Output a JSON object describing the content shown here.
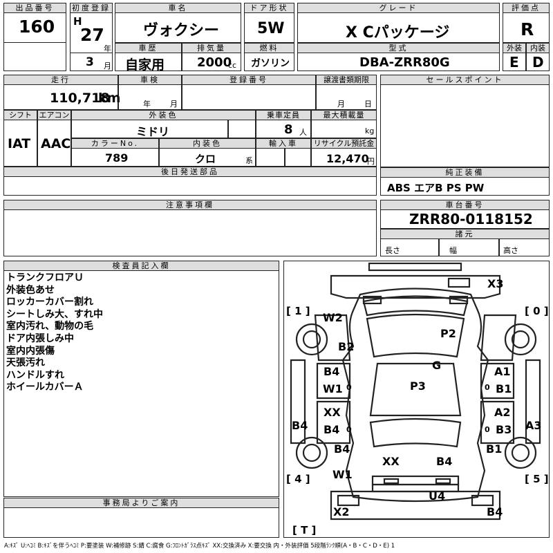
{
  "header": {
    "lot_no_label": "出品番号",
    "lot_no": "160",
    "first_reg_label": "初度登録",
    "era": "H",
    "year": "27",
    "year_unit": "年",
    "month": "3",
    "month_unit": "月",
    "car_name_label": "車名",
    "car_name": "ヴォクシー",
    "door_label": "ドア形状",
    "door": "5W",
    "grade_label": "グレード",
    "grade": "X Cパッケージ",
    "score_label": "評価点",
    "score": "R",
    "history_label": "車歴",
    "history": "自家用",
    "displacement_label": "排気量",
    "displacement": "2000",
    "cc": "cc",
    "fuel_label": "燃料",
    "fuel": "ガソリン",
    "model_label": "型式",
    "model": "DBA-ZRR80G",
    "ext_grade_label": "外装",
    "ext_grade": "E",
    "int_grade_label": "内装",
    "int_grade": "D"
  },
  "second": {
    "mileage_label": "走行",
    "mileage": "110,718",
    "km": "km",
    "inspection_label": "車検",
    "year_unit": "年",
    "month_unit": "月",
    "reg_no_label": "登録番号",
    "transfer_label": "譲渡書類期限",
    "t_month": "月",
    "t_day": "日",
    "sales_label": "セールスポイント",
    "shift_label": "シフト",
    "shift": "IAT",
    "aircon_label": "エアコン",
    "aircon": "AAC",
    "ext_color_label": "外装色",
    "ext_color": "ミドリ",
    "capacity_label": "乗車定員",
    "capacity": "8",
    "person": "人",
    "max_load_label": "最大積載量",
    "kg": "kg",
    "color_no_label": "カラーNo.",
    "color_no": "789",
    "int_color_label": "内装色",
    "int_color": "クロ",
    "kei": "系",
    "import_label": "輸入車",
    "recycle_label": "リサイクル預託金",
    "recycle": "12,470",
    "yen": "円",
    "later_parts_label": "後日発送部品",
    "genuine_label": "純正装備",
    "genuine": "ABS エアB PS PW",
    "notes_label": "注意事項欄",
    "chassis_label": "車台番号",
    "chassis": "ZRR80-0118152",
    "spec_label": "諸元",
    "length": "長さ",
    "width": "幅",
    "height": "高さ"
  },
  "inspector": {
    "label": "検査員記入欄",
    "lines": [
      "トランクフロアＵ",
      "外装色あせ",
      "ロッカーカバー割れ",
      "シートしみ大、すれ中",
      "室内汚れ、動物の毛",
      "ドア内張しみ中",
      "室内内張傷",
      "天張汚れ",
      "ハンドルすれ",
      "ホイールカバーＡ"
    ]
  },
  "office": {
    "label": "事務局よりご案内"
  },
  "diagram": {
    "marks": {
      "X3": "X3",
      "W2": "W2",
      "P2": "P2",
      "B2": "B2",
      "G": "G",
      "B4_l1": "B4",
      "A1": "A1",
      "W1_l": "W1",
      "B1_r1": "B1",
      "P3": "P3",
      "XX_l": "XX",
      "A2": "A2",
      "B4_l2": "B4",
      "B3": "B3",
      "B4_side": "B4",
      "A3": "A3",
      "B4_l3": "B4",
      "B1_r2": "B1",
      "XX_bot": "XX",
      "B4_bot": "B4",
      "W1_bot": "W1",
      "U4": "U4",
      "X2": "X2",
      "B4_rear": "B4"
    },
    "corners": {
      "c1": "1",
      "c0": "0",
      "c4": "4",
      "c5": "5",
      "cT": "T"
    },
    "zeros": "0"
  },
  "legend": "A:ｷｽﾞ U:ﾍｺﾐ B:ｷｽﾞを伴うﾍｺﾐ P:要塗装 W:補修跡 S:錆 C:腐食 G:ﾌﾛﾝﾄｶﾞﾗｽ点ｷｽﾞ XX:交換済み X:要交換 内・外装評価 5段階ﾗﾝｸ順(A・B・C・D・E) 1"
}
